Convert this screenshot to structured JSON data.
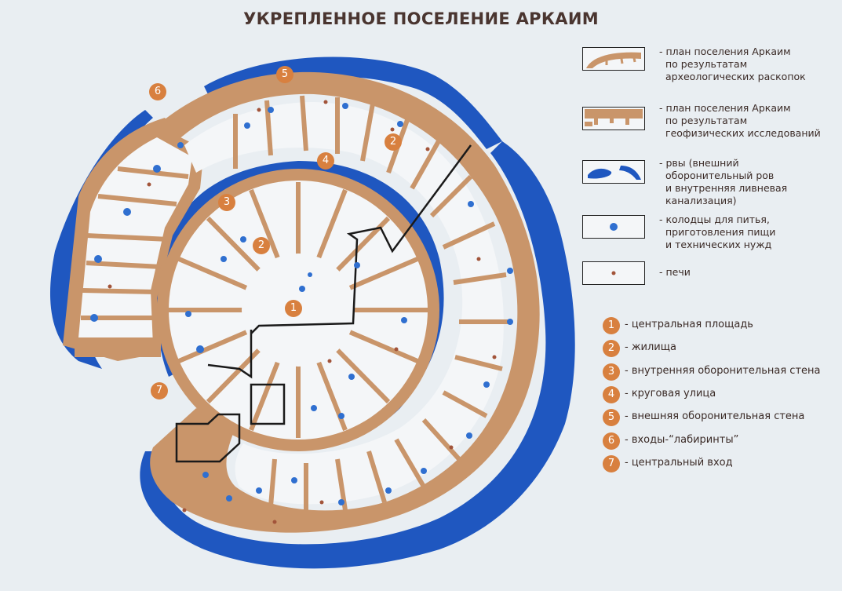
{
  "title": "УКРЕПЛЕННОЕ ПОСЕЛЕНИЕ АРКАИМ",
  "colors": {
    "wall": "#c9956a",
    "wall_dark": "#b07b4f",
    "water": "#1f57c0",
    "marker": "#d8803f",
    "background": "#e9eef2"
  },
  "map_markers": [
    "1",
    "2",
    "2",
    "3",
    "4",
    "5",
    "6",
    "7"
  ],
  "legend": [
    {
      "symbol": "excavation-plan-icon",
      "lines": [
        "- план поселения Аркаим",
        "по результатам",
        "археологических раскопок"
      ]
    },
    {
      "symbol": "geophysics-plan-icon",
      "lines": [
        "- план поселения Аркаим",
        "по результатам",
        "геофизических исследований"
      ]
    },
    {
      "symbol": "moat-icon",
      "lines": [
        "- рвы  (внешний",
        "оборонительный ров",
        "и внутренняя ливневая",
        "канализация)"
      ]
    },
    {
      "symbol": "well-icon",
      "lines": [
        "- колодцы для питья,",
        "приготовления пищи",
        "и технических нужд"
      ]
    },
    {
      "symbol": "oven-icon",
      "lines": [
        "- печи"
      ]
    }
  ],
  "key": [
    {
      "num": "1",
      "label": "- центральная площадь"
    },
    {
      "num": "2",
      "label": "- жилища"
    },
    {
      "num": "3",
      "label": "- внутренняя оборонительная стена"
    },
    {
      "num": "4",
      "label": "- круговая улица"
    },
    {
      "num": "5",
      "label": "- внешняя оборонительная стена"
    },
    {
      "num": "6",
      "label": "- входы-“лабиринты”"
    },
    {
      "num": "7",
      "label": "- центральный вход"
    }
  ]
}
